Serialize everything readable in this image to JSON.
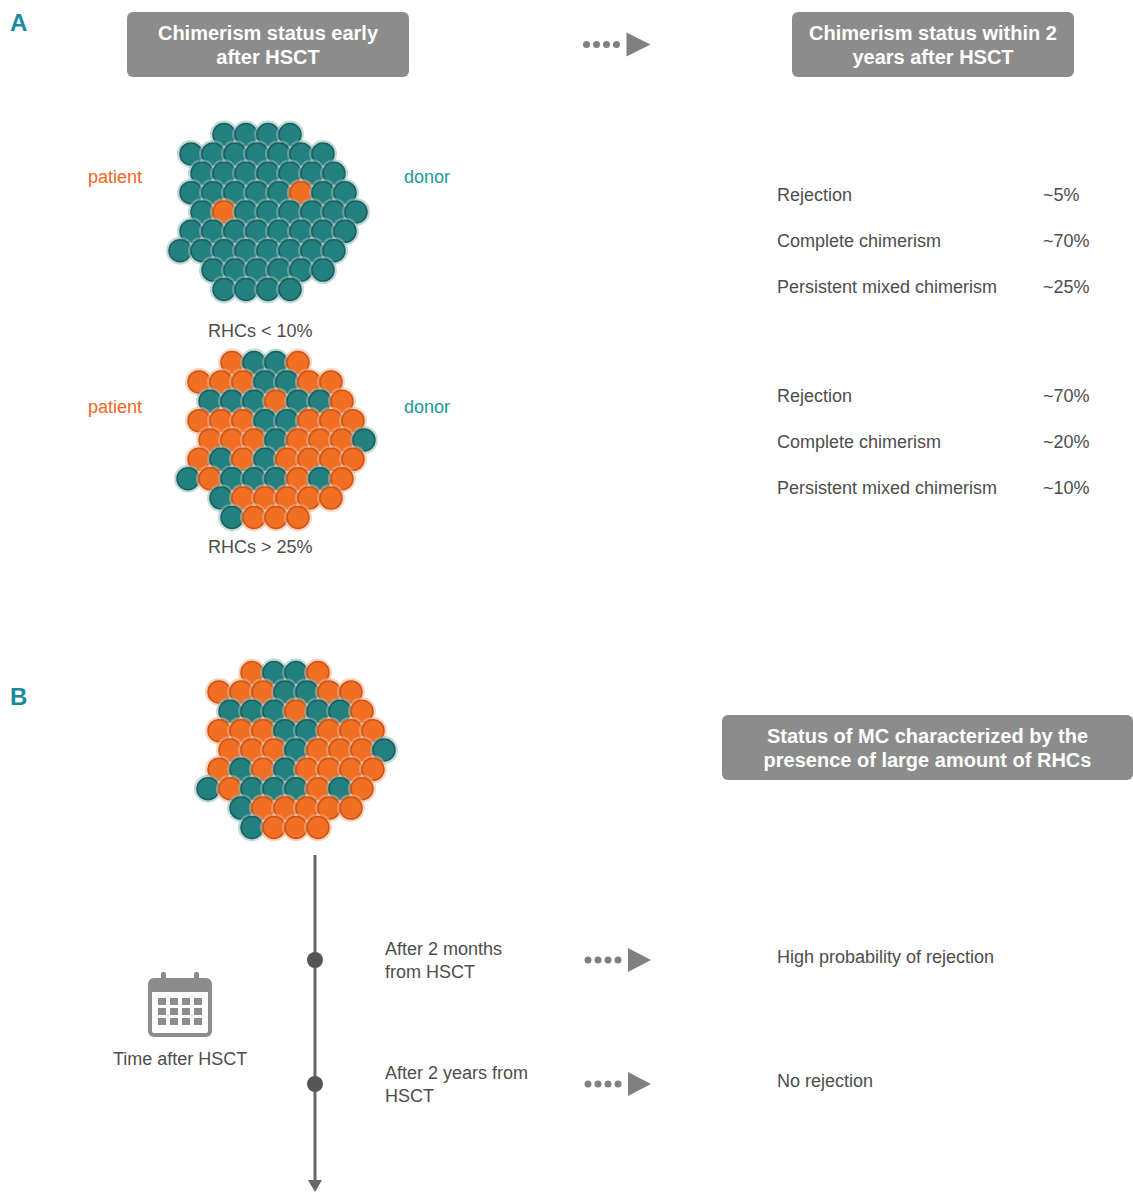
{
  "diagram": {
    "nodes": [
      {
        "text": [
          "Chimerism status early after HSCT"
        ]
      },
      {
        "text": [
          "Chimerism status within 2 years after HSCT"
        ]
      },
      {
        "text": [
          "Status of MC characterized by the presence of large amount of RHCs"
        ]
      }
    ],
    "edges": [
      {
        "from": 0,
        "to": 1,
        "arrow": "to"
      }
    ],
    "labels": [
      "A",
      "patient",
      "donor",
      "Rejection",
      "~5%",
      "Complete chimerism",
      "~70%",
      "Persistent mixed chimerism",
      "~25%",
      "RHCs < 10%",
      "patient",
      "donor",
      "Rejection",
      "~70%",
      "Complete chimerism",
      "~20%",
      "Persistent mixed chimerism",
      "~10%",
      "RHCs > 25%",
      "B",
      "After 2 months from HSCT",
      "High probability of rejection",
      "Time after HSCT",
      "After 2 years from HSCT",
      "No rejection"
    ]
  }
}
